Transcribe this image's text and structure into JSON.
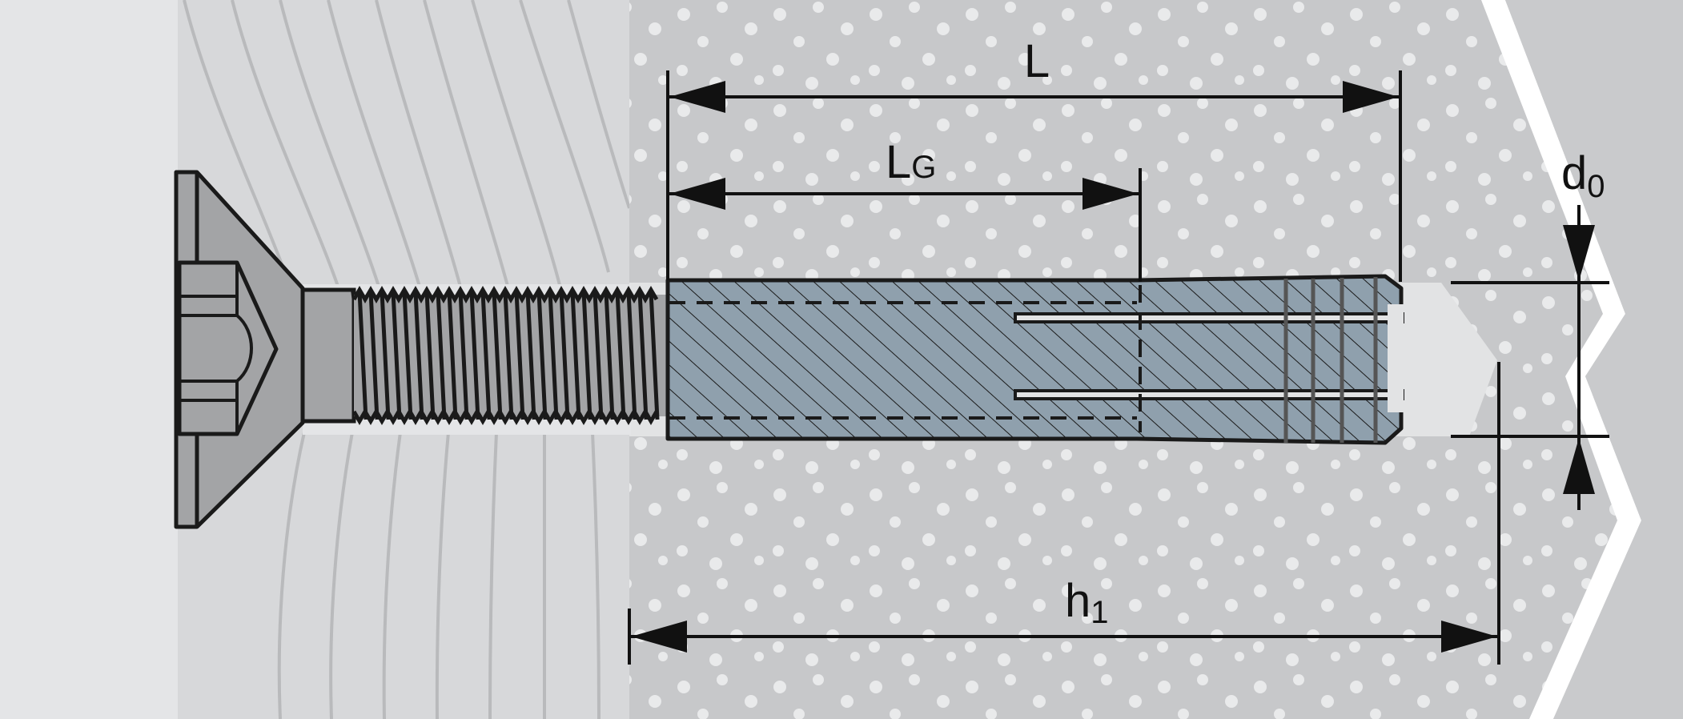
{
  "labels": {
    "overall_length": "L",
    "thread_length_main": "L",
    "thread_length_sub": "G",
    "bore_diameter_main": "d",
    "bore_diameter_sub": "0",
    "bore_depth_main": "h",
    "bore_depth_sub": "1"
  },
  "colors": {
    "plaster": "#e4e5e7",
    "wood": "#d7d8da",
    "wood_grain": "#b9babc",
    "concrete": "#c7c8ca",
    "concrete_dots": "#e9eaeb",
    "sleeve": "#8fa0ad",
    "steel": "#a3a4a6",
    "outline": "#1a1a1a",
    "bore": "#e2e3e4"
  },
  "icons": {
    "screw": "countersunk-hex-screw",
    "anchor": "split-expansion-sleeve",
    "break_line": "zigzag-break-line"
  }
}
